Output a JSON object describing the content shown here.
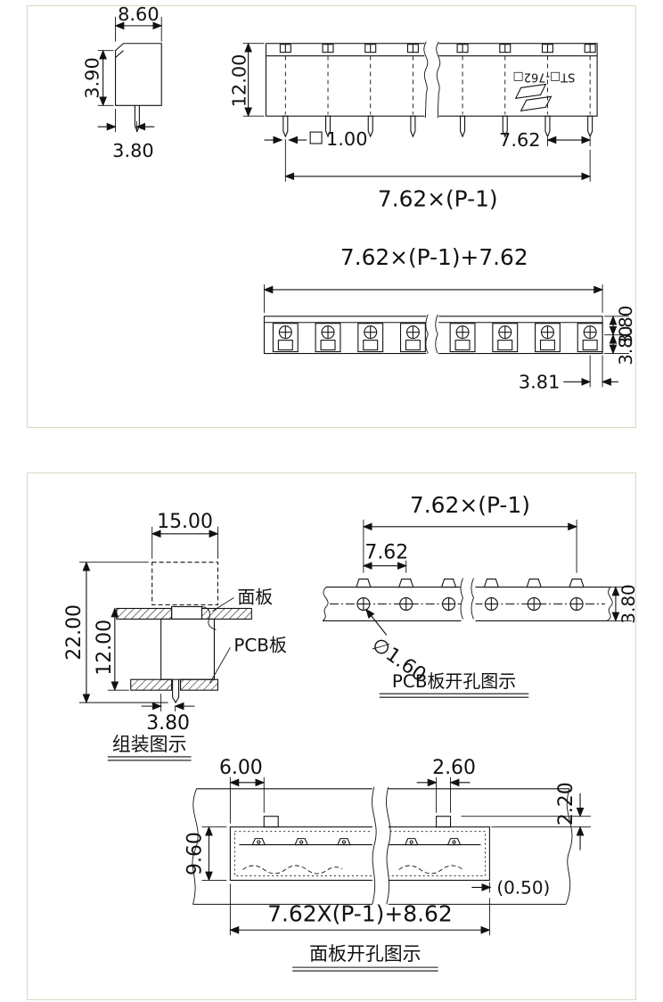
{
  "panel1": {
    "side_view": {
      "dim_width": "8.60",
      "dim_height": "3.90",
      "dim_pin": "3.80"
    },
    "front_view": {
      "dim_height": "12.00",
      "dim_pin_sq": "1.00",
      "dim_pitch": "7.62",
      "dim_total": "7.62×(P-1)",
      "part_marking": "ST□-762□"
    },
    "bottom_view": {
      "dim_total": "7.62×(P-1)+7.62",
      "dim_h1": "3.80",
      "dim_h2": "3.80",
      "dim_end": "3.81"
    }
  },
  "panel2": {
    "assembly": {
      "dim_width": "15.00",
      "dim_total_h": "22.00",
      "dim_body_h": "12.00",
      "label_panel": "面板",
      "label_pcb": "PCB板",
      "dim_pin": "3.80",
      "title": "组装图示"
    },
    "pcb": {
      "dim_total": "7.62×(P-1)",
      "dim_pitch": "7.62",
      "dim_hole": "∅1.60",
      "dim_height": "3.80",
      "title": "PCB板开孔图示"
    },
    "cutout": {
      "dim_left": "6.00",
      "dim_notch": "2.60",
      "dim_notch_h": "2.20",
      "dim_slot_h": "9.60",
      "dim_gap": "(0.50)",
      "dim_total": "7.62X(P-1)+8.62",
      "title": "面板开孔图示"
    }
  }
}
